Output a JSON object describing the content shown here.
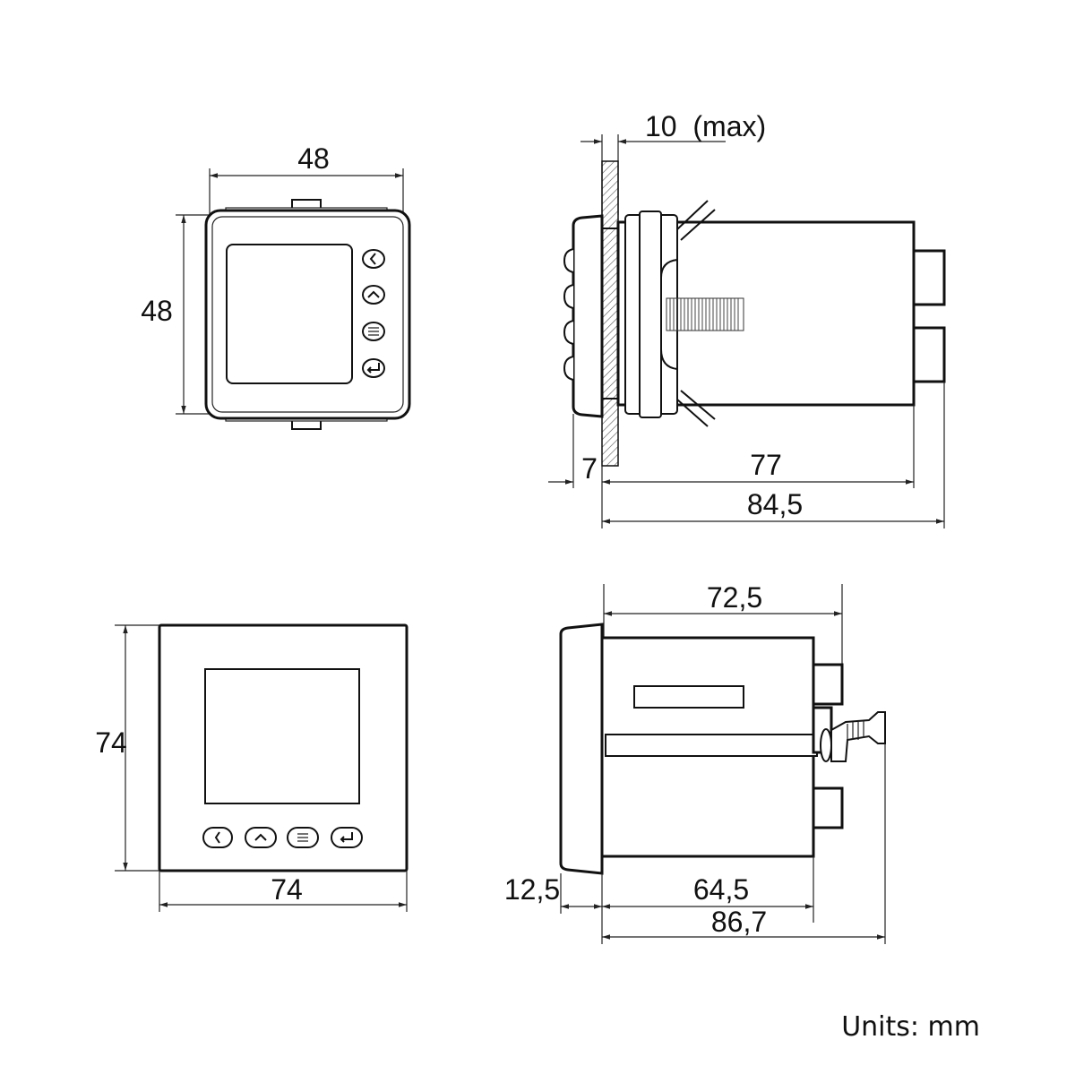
{
  "views": {
    "front_small": {
      "width_label": "48",
      "height_label": "48"
    },
    "side_small": {
      "panel_label": "10  (max)",
      "front_depth_label": "7",
      "body_label": "77",
      "total_label": "84,5"
    },
    "front_large": {
      "width_label": "74",
      "height_label": "74"
    },
    "side_large": {
      "top_label": "72,5",
      "front_depth_label": "12,5",
      "body_label": "64,5",
      "total_label": "86,7"
    }
  },
  "button_icons": [
    "chevron-left-icon",
    "chevron-up-icon",
    "menu-icon",
    "enter-icon"
  ],
  "units": "Units: mm"
}
